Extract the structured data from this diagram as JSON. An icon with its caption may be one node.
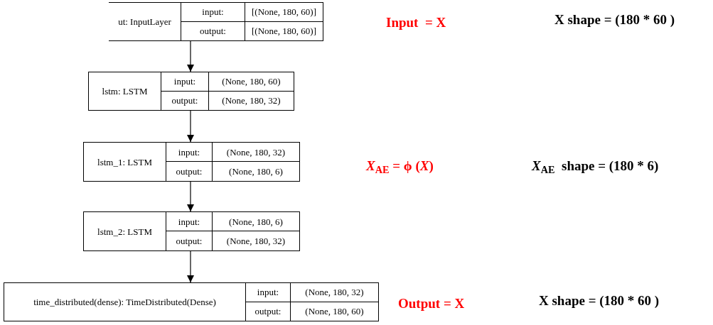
{
  "diagram": {
    "nodes": [
      {
        "text": [
          "ut: InputLayer",
          "input:",
          "[(None, 180, 60)]",
          "output:",
          "[(None, 180, 60)]"
        ]
      },
      {
        "text": [
          "lstm: LSTM",
          "input:",
          "(None, 180, 60)",
          "output:",
          "(None, 180, 32)"
        ]
      },
      {
        "text": [
          "lstm_1: LSTM",
          "input:",
          "(None, 180, 32)",
          "output:",
          "(None, 180, 6)"
        ]
      },
      {
        "text": [
          "lstm_2: LSTM",
          "input:",
          "(None, 180, 6)",
          "output:",
          "(None, 180, 32)"
        ]
      },
      {
        "text": [
          "time_distributed(dense): TimeDistributed(Dense)",
          "input:",
          "(None, 180, 32)",
          "output:",
          "(None, 180, 60)"
        ]
      }
    ],
    "edges": [
      {
        "from": 0,
        "to": 1,
        "arrow": "to"
      },
      {
        "from": 1,
        "to": 2,
        "arrow": "to"
      },
      {
        "from": 2,
        "to": 3,
        "arrow": "to"
      },
      {
        "from": 3,
        "to": 4,
        "arrow": "to"
      }
    ],
    "labels": [
      "Input  = X",
      "X shape = (180 * 60 )",
      "*X*$_{AE}$ = ϕ (*X*)",
      "*X*$_{AE}$  shape = (180 * 6)",
      "Output = X",
      "X shape = (180 * 60 )"
    ]
  }
}
